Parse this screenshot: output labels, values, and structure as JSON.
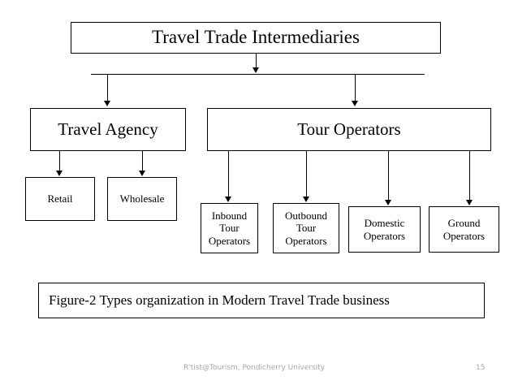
{
  "diagram": {
    "title_box": {
      "label": "Travel Trade Intermediaries"
    },
    "level2": [
      {
        "id": "travel-agency",
        "label": "Travel Agency"
      },
      {
        "id": "tour-operators",
        "label": "Tour Operators"
      }
    ],
    "travel_agency_children": [
      {
        "id": "retail",
        "label": "Retail"
      },
      {
        "id": "wholesale",
        "label": "Wholesale"
      }
    ],
    "tour_operator_children": [
      {
        "id": "inbound-tour-operators",
        "label": "Inbound\nTour\nOperators"
      },
      {
        "id": "outbound-tour-operators",
        "label": "Outbound\nTour\nOperators"
      },
      {
        "id": "domestic-operators",
        "label": "Domestic\nOperators"
      },
      {
        "id": "ground-operators",
        "label": "Ground\nOperators"
      }
    ],
    "caption": {
      "label": "Figure-2 Types organization in Modern Travel Trade business"
    }
  },
  "footer": {
    "credit": "R'tist@Tourism, Pondicherry University",
    "page_number": "15"
  },
  "colors": {
    "background": "#ffffff",
    "stroke": "#000000",
    "text": "#000000",
    "footer_text": "#a6a6a6"
  }
}
